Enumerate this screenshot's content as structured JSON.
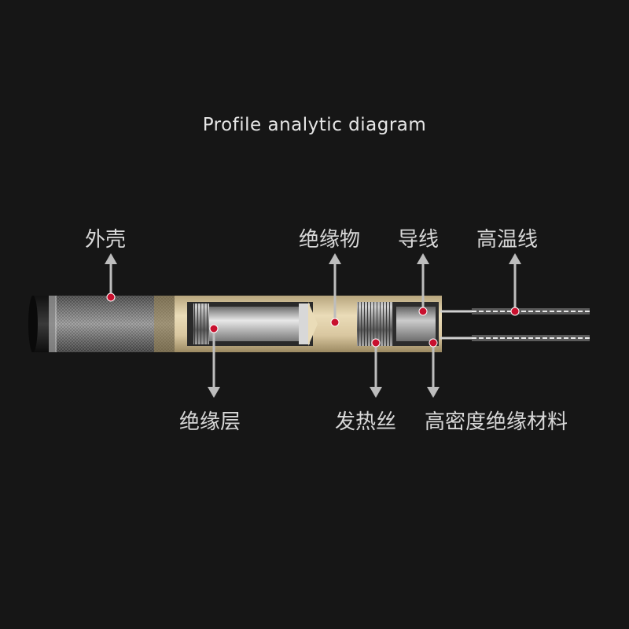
{
  "title": "Profile analytic diagram",
  "labels": {
    "shell": "外壳",
    "insulator": "绝缘物",
    "lead_wire": "导线",
    "high_temp_wire": "高温线",
    "insulation_layer": "绝缘层",
    "heating_wire": "发热丝",
    "high_density_insulation": "高密度绝缘材料"
  },
  "colors": {
    "background": "#161616",
    "marker": "#c8102e",
    "arrow": "#bdbdbd",
    "tube": "#d9c7a0"
  }
}
